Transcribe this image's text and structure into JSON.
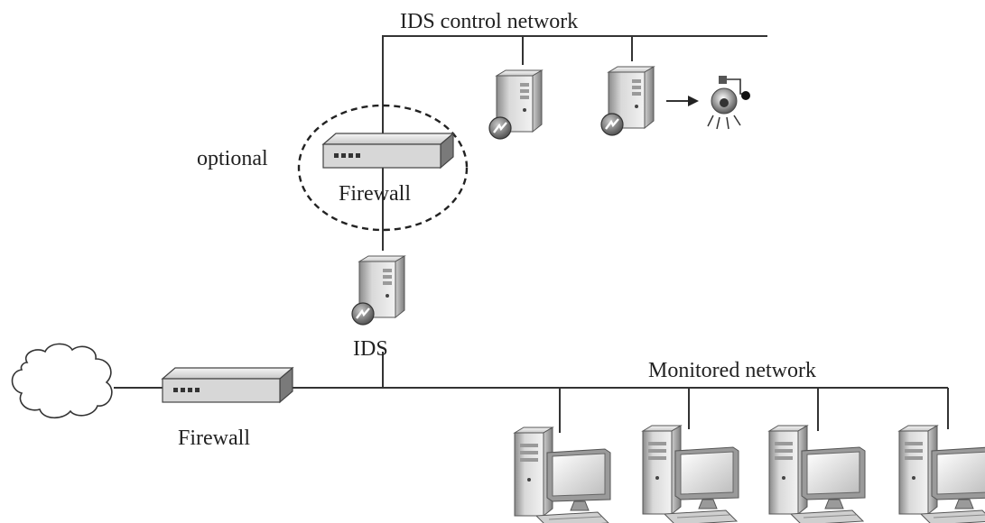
{
  "labels": {
    "control_network": "IDS control network",
    "optional": "optional",
    "firewall_top": "Firewall",
    "ids": "IDS",
    "monitored_network": "Monitored network",
    "firewall_bottom": "Firewall"
  },
  "icons": {
    "cloud": "cloud-icon",
    "firewall": "firewall-appliance-icon",
    "server": "server-icon",
    "workstation": "desktop-computer-icon",
    "alarm": "alarm-siren-icon"
  },
  "colors": {
    "line": "#333333",
    "device_light": "#e6e6e6",
    "device_mid": "#b5b5b5",
    "device_dark": "#6b6b6b",
    "text": "#222222"
  }
}
